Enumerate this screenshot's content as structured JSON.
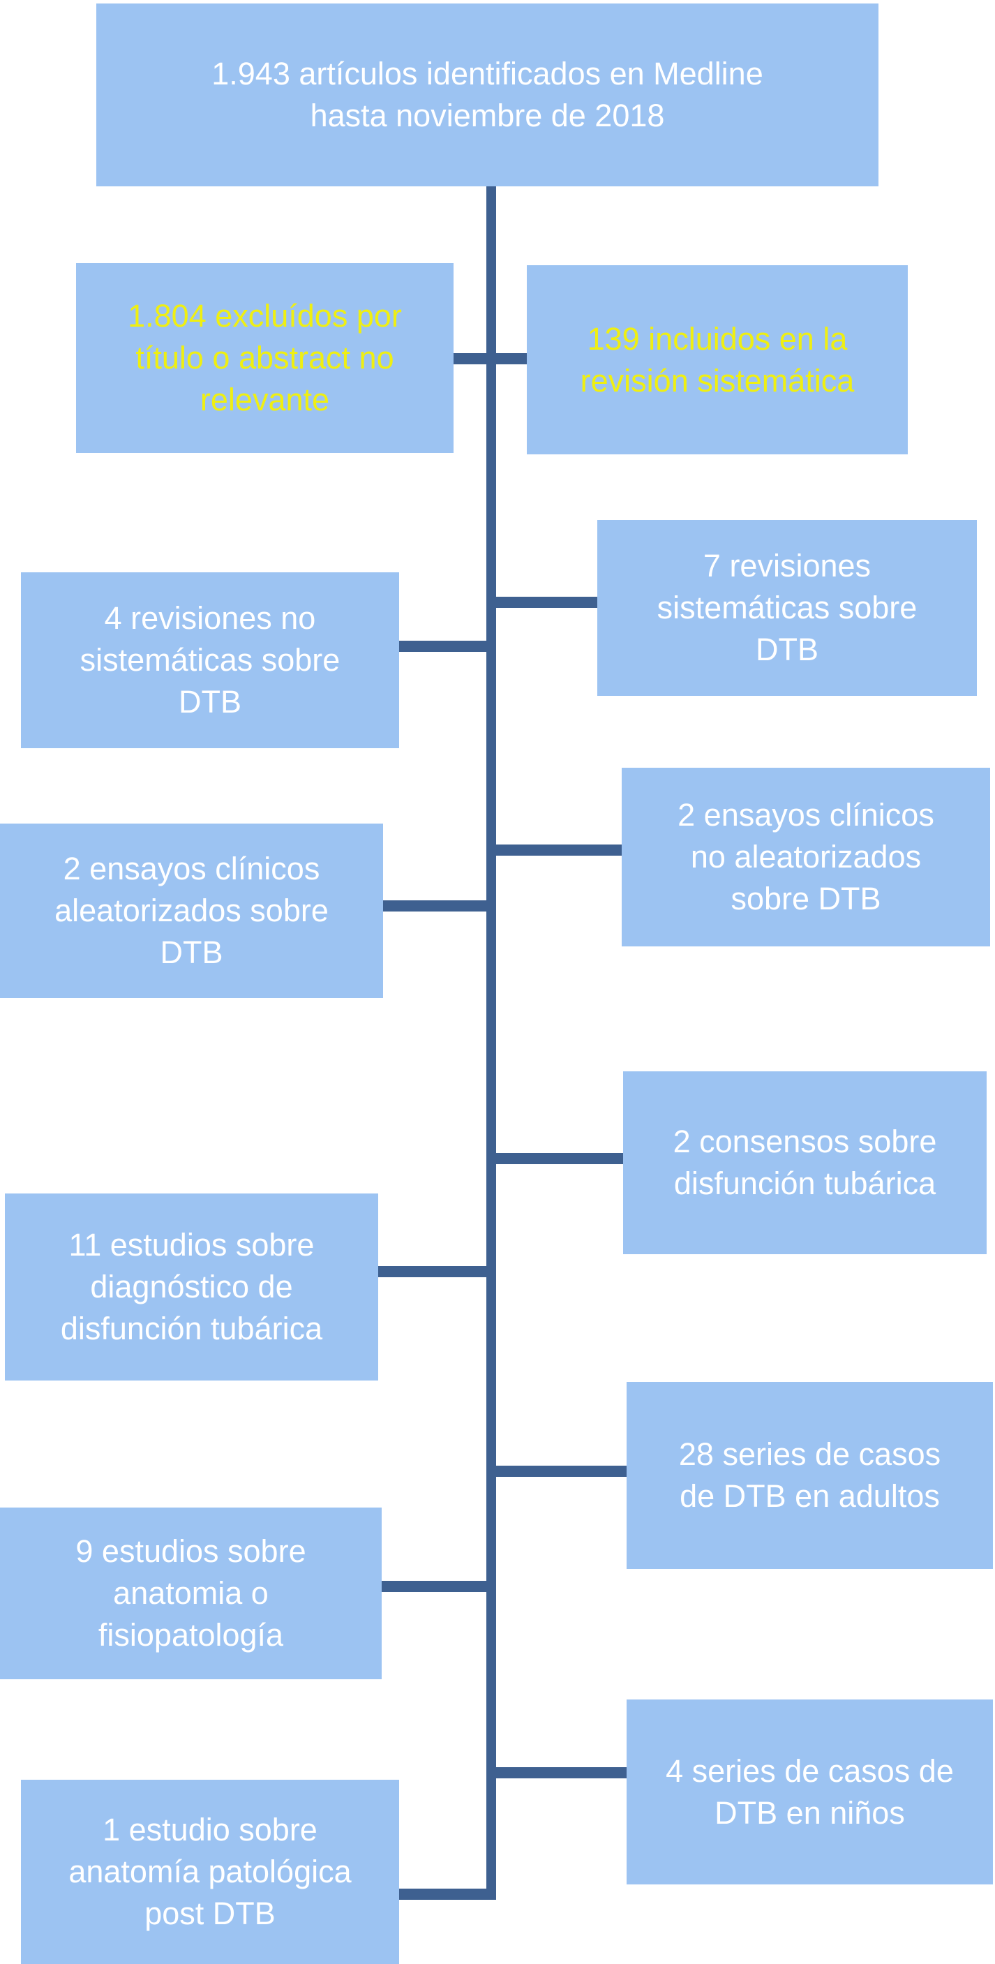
{
  "diagram": {
    "colors": {
      "box_fill": "#9CC3F2",
      "connector_line": "#3E6090",
      "text_primary": "#FFFFFF",
      "text_highlight": "#EFEF12",
      "background": "#FFFFFF"
    },
    "nodes": [
      {
        "id": "identified-articles",
        "text": "1.943 artículos identificados en Medline\nhasta noviembre de 2018",
        "text_color": "#FFFFFF"
      },
      {
        "id": "excluded-articles",
        "text": "1.804 excluídos por\ntítulo o abstract no\nrelevante",
        "text_color": "#EFEF12"
      },
      {
        "id": "included-articles",
        "text": "139 incluidos en la\nrevisión sistemática",
        "text_color": "#EFEF12"
      },
      {
        "id": "non-systematic-reviews",
        "text": "4 revisiones no\nsistemáticas sobre\nDTB",
        "text_color": "#FFFFFF"
      },
      {
        "id": "systematic-reviews",
        "text": "7 revisiones\nsistemáticas sobre\nDTB",
        "text_color": "#FFFFFF"
      },
      {
        "id": "randomized-trials",
        "text": "2 ensayos clínicos\naleatorizados sobre\nDTB",
        "text_color": "#FFFFFF"
      },
      {
        "id": "non-randomized-trials",
        "text": "2 ensayos clínicos\nno aleatorizados\nsobre DTB",
        "text_color": "#FFFFFF"
      },
      {
        "id": "diagnostic-studies",
        "text": "11 estudios sobre\ndiagnóstico de\ndisfunción tubárica",
        "text_color": "#FFFFFF"
      },
      {
        "id": "consensus-documents",
        "text": "2 consensos sobre\ndisfunción tubárica",
        "text_color": "#FFFFFF"
      },
      {
        "id": "anatomy-studies",
        "text": "9 estudios sobre\nanatomia o\nfisiopatología",
        "text_color": "#FFFFFF"
      },
      {
        "id": "adult-case-series",
        "text": "28 series de casos\nde DTB en adultos",
        "text_color": "#FFFFFF"
      },
      {
        "id": "pathology-study",
        "text": "1 estudio sobre\nanatomía patológica\npost DTB",
        "text_color": "#FFFFFF"
      },
      {
        "id": "child-case-series",
        "text": "4 series de casos de\nDTB en niños",
        "text_color": "#FFFFFF"
      }
    ]
  }
}
